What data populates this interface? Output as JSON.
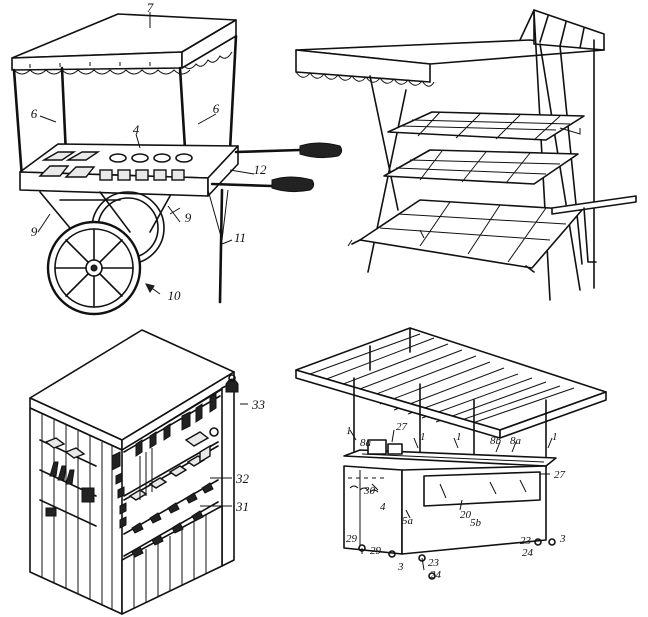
{
  "figures": [
    {
      "id": "handcart",
      "labels": [
        {
          "text": "7"
        },
        {
          "text": "6"
        },
        {
          "text": "6"
        },
        {
          "text": "4"
        },
        {
          "text": "12"
        },
        {
          "text": "9"
        },
        {
          "text": "9"
        },
        {
          "text": "11"
        },
        {
          "text": "10"
        }
      ]
    },
    {
      "id": "shelf-stand",
      "labels": []
    },
    {
      "id": "kiosk-cabinet",
      "labels": [
        {
          "text": "33"
        },
        {
          "text": "32"
        },
        {
          "text": "31"
        }
      ]
    },
    {
      "id": "canopy-counter",
      "labels": [
        {
          "text": "1"
        },
        {
          "text": "8a"
        },
        {
          "text": "27"
        },
        {
          "text": "1"
        },
        {
          "text": "1"
        },
        {
          "text": "8b"
        },
        {
          "text": "8a"
        },
        {
          "text": "1"
        },
        {
          "text": "27"
        },
        {
          "text": "30"
        },
        {
          "text": "4"
        },
        {
          "text": "5a"
        },
        {
          "text": "5b"
        },
        {
          "text": "20"
        },
        {
          "text": "29"
        },
        {
          "text": "29"
        },
        {
          "text": "23"
        },
        {
          "text": "3"
        },
        {
          "text": "24"
        },
        {
          "text": "3"
        },
        {
          "text": "23"
        },
        {
          "text": "24"
        }
      ]
    }
  ]
}
